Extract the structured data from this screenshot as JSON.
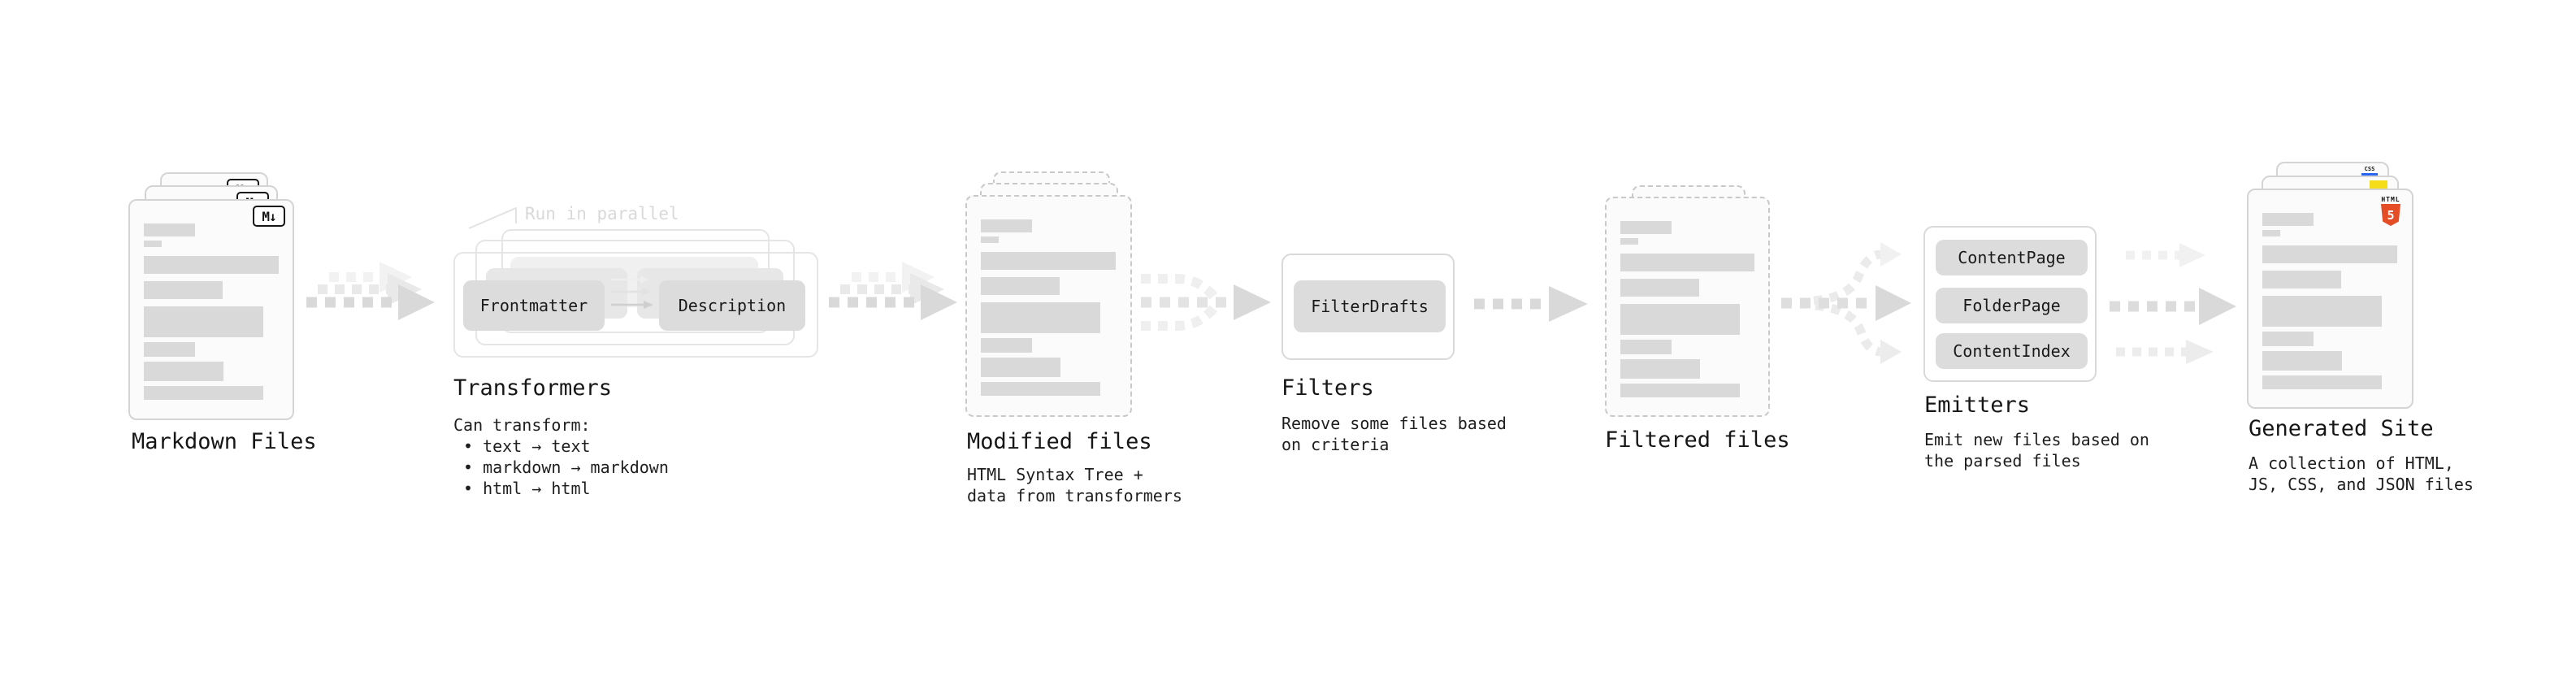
{
  "stages": {
    "markdown_files": {
      "label": "Markdown Files"
    },
    "transformers": {
      "label": "Transformers",
      "annotation": "Run in parallel",
      "pills": {
        "frontmatter": "Frontmatter",
        "description": "Description"
      },
      "caption_title": "Can transform:",
      "bullets": [
        "• text → text",
        "• markdown → markdown",
        "• html → html"
      ]
    },
    "modified_files": {
      "label": "Modified files",
      "caption_lines": [
        "HTML Syntax Tree +",
        "data from transformers"
      ]
    },
    "filters": {
      "label": "Filters",
      "pills": {
        "filter_drafts": "FilterDrafts"
      },
      "caption_lines": [
        "Remove some files based",
        "on criteria"
      ]
    },
    "filtered_files": {
      "label": "Filtered files"
    },
    "emitters": {
      "label": "Emitters",
      "pills": {
        "content_page": "ContentPage",
        "folder_page": "FolderPage",
        "content_index": "ContentIndex"
      },
      "caption_lines": [
        "Emit new files based on",
        "the parsed files"
      ]
    },
    "generated_site": {
      "label": "Generated Site",
      "caption_lines": [
        "A collection of HTML,",
        "JS, CSS, and JSON files"
      ]
    }
  },
  "badges": {
    "markdown": "M↓",
    "html5_wordmark": "HTML",
    "html5_number": "5",
    "css_wordmark": "CSS"
  },
  "colors": {
    "background": "#ffffff",
    "text": "#161616",
    "card_border": "#d4d4d4",
    "dashed_border": "#c9c9c9",
    "card_background": "#fbfbfb",
    "placeholder_bar": "#d9d9d9",
    "pill_gray": "#dcdcdc",
    "arrow_gray": "#d9d9d9",
    "annotation_gray": "#d9d9d9",
    "html5_orange": "#e44d26",
    "js_yellow": "#f5de19",
    "css_blue": "#2965f1"
  }
}
